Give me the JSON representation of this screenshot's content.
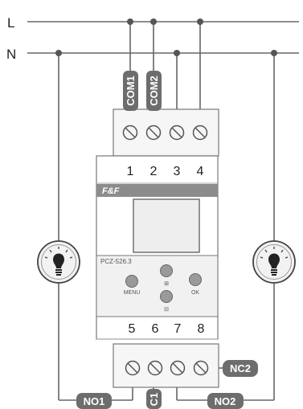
{
  "rails": {
    "l_label": "L",
    "n_label": "N"
  },
  "top_terminals": [
    "1",
    "2",
    "3",
    "4"
  ],
  "bottom_terminals": [
    "5",
    "6",
    "7",
    "8"
  ],
  "tags": {
    "com1": "COM1",
    "com2": "COM2",
    "no1": "NO1",
    "c1": "C1",
    "no2": "NO2",
    "nc2": "NC2"
  },
  "logo": "F&F",
  "model": "PCZ-526.3",
  "buttons": {
    "menu": "MENU",
    "ok": "OK",
    "plus": "⊞",
    "minus": "⊟"
  },
  "colors": {
    "wire": "#666666",
    "tag": "#6d6d6d",
    "device_face": "#f1f1f1",
    "logo_bar": "#8c8c8c"
  },
  "icons": {
    "lamp_left": "light-bulb-icon",
    "lamp_right": "light-bulb-icon",
    "screw": "screw-terminal-icon"
  }
}
